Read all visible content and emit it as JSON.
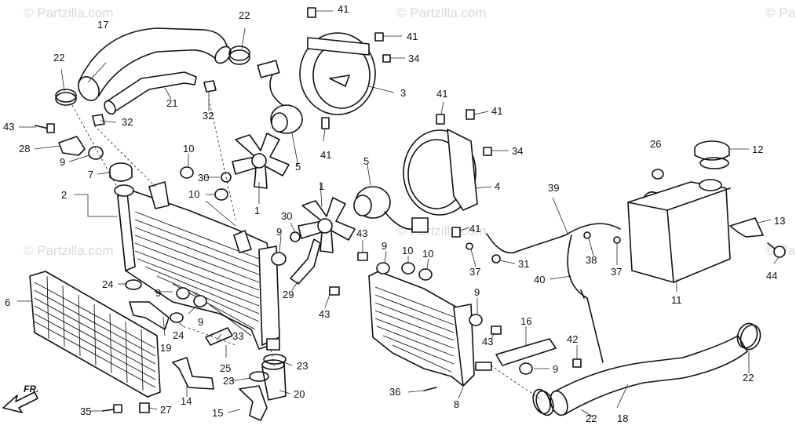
{
  "watermark": "© Partzilla.com",
  "direction_label": "FR.",
  "callouts": {
    "c1a": "1",
    "c1b": "1",
    "c2": "2",
    "c3": "3",
    "c4": "4",
    "c5a": "5",
    "c5b": "5",
    "c6": "6",
    "c7": "7",
    "c8": "8",
    "c9a": "9",
    "c9b": "9",
    "c9c": "9",
    "c9d": "9",
    "c9e": "9",
    "c9f": "9",
    "c9g": "9",
    "c10a": "10",
    "c10b": "10",
    "c10c": "10",
    "c10d": "10",
    "c11": "11",
    "c12": "12",
    "c13": "13",
    "c14": "14",
    "c15": "15",
    "c16": "16",
    "c17": "17",
    "c18": "18",
    "c19": "19",
    "c20": "20",
    "c21": "21",
    "c22a": "22",
    "c22b": "22",
    "c22c": "22",
    "c22d": "22",
    "c23a": "23",
    "c23b": "23",
    "c24a": "24",
    "c24b": "24",
    "c25": "25",
    "c26": "26",
    "c27": "27",
    "c28": "28",
    "c29": "29",
    "c30a": "30",
    "c30b": "30",
    "c31": "31",
    "c32a": "32",
    "c32b": "32",
    "c33": "33",
    "c34a": "34",
    "c34b": "34",
    "c35": "35",
    "c36": "36",
    "c37a": "37",
    "c37b": "37",
    "c38": "38",
    "c39": "39",
    "c40": "40",
    "c41a": "41",
    "c41b": "41",
    "c41c": "41",
    "c41d": "41",
    "c41e": "41",
    "c41f": "41",
    "c42": "42",
    "c43a": "43",
    "c43b": "43",
    "c43c": "43",
    "c43d": "43",
    "c44": "44"
  }
}
